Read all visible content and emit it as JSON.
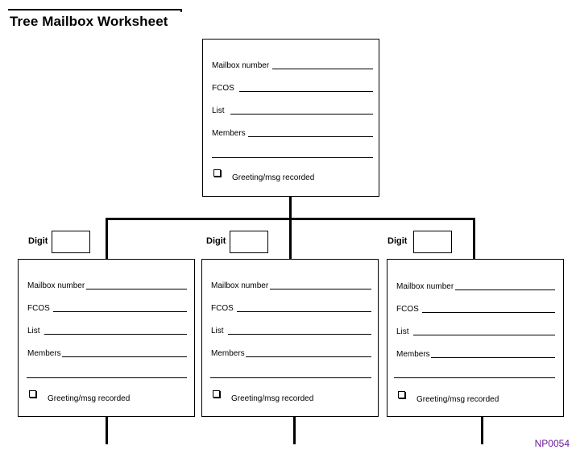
{
  "worksheet": {
    "title": "Tree Mailbox Worksheet",
    "code": "NP0054",
    "fields": {
      "mailbox_number": "Mailbox number",
      "fcos": "FCOS",
      "list": "List",
      "members": "Members",
      "greeting": "Greeting/msg recorded"
    },
    "digit_label": "Digit"
  }
}
